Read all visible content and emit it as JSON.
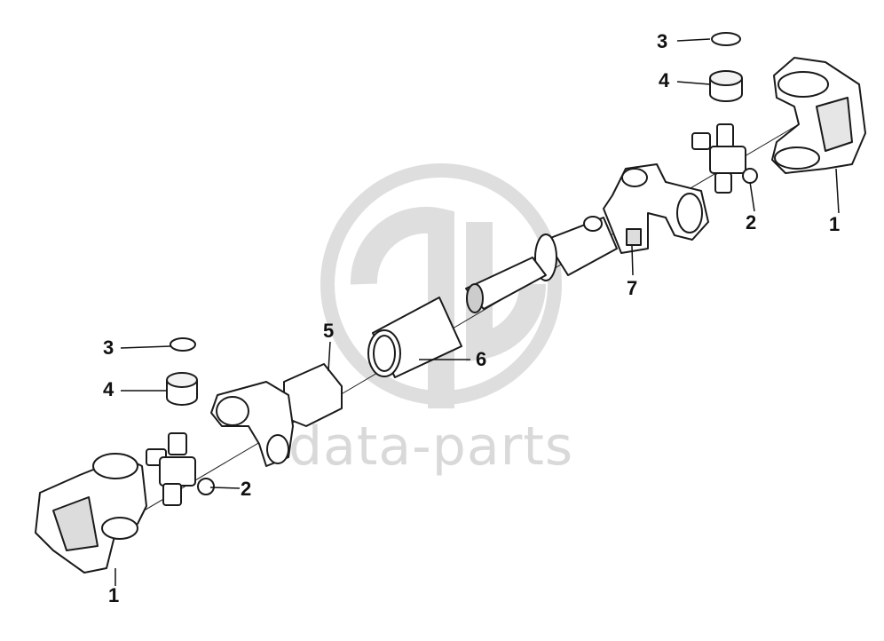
{
  "diagram": {
    "watermark_text": "data-parts",
    "callouts": {
      "c1_right": "1",
      "c1_left": "1",
      "c2_right": "2",
      "c2_left": "2",
      "c3_top": "3",
      "c3_bottom": "3",
      "c4_top": "4",
      "c4_bottom": "4",
      "c5": "5",
      "c6": "6",
      "c7": "7"
    }
  }
}
